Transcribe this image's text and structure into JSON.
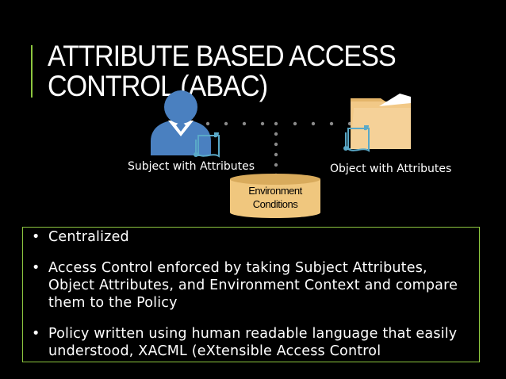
{
  "title": {
    "line1": "ATTRIBUTE BASED ACCESS",
    "line2": "CONTROL (ABAC)"
  },
  "diagram": {
    "subject_label": "Subject with Attributes",
    "object_label": "Object with Attributes",
    "environment_label_line1": "Environment",
    "environment_label_line2": "Conditions",
    "subject_icon": "user-icon",
    "object_icon": "folder-icon",
    "attribute_icon": "document-icon",
    "environment_icon": "cylinder-icon"
  },
  "bullets": [
    "Centralized",
    "Access Control enforced by taking Subject Attributes, Object Attributes, and Environment Context and compare them to the Policy",
    "Policy written using human readable language that easily understood, XACML (eXtensible Access Control"
  ],
  "colors": {
    "background": "#000000",
    "accent": "#8dc63f",
    "user_blue": "#4a80c0",
    "folder_tan": "#f2c987",
    "cylinder_tan": "#f0c77e",
    "doc_teal": "#5aa9c8"
  }
}
